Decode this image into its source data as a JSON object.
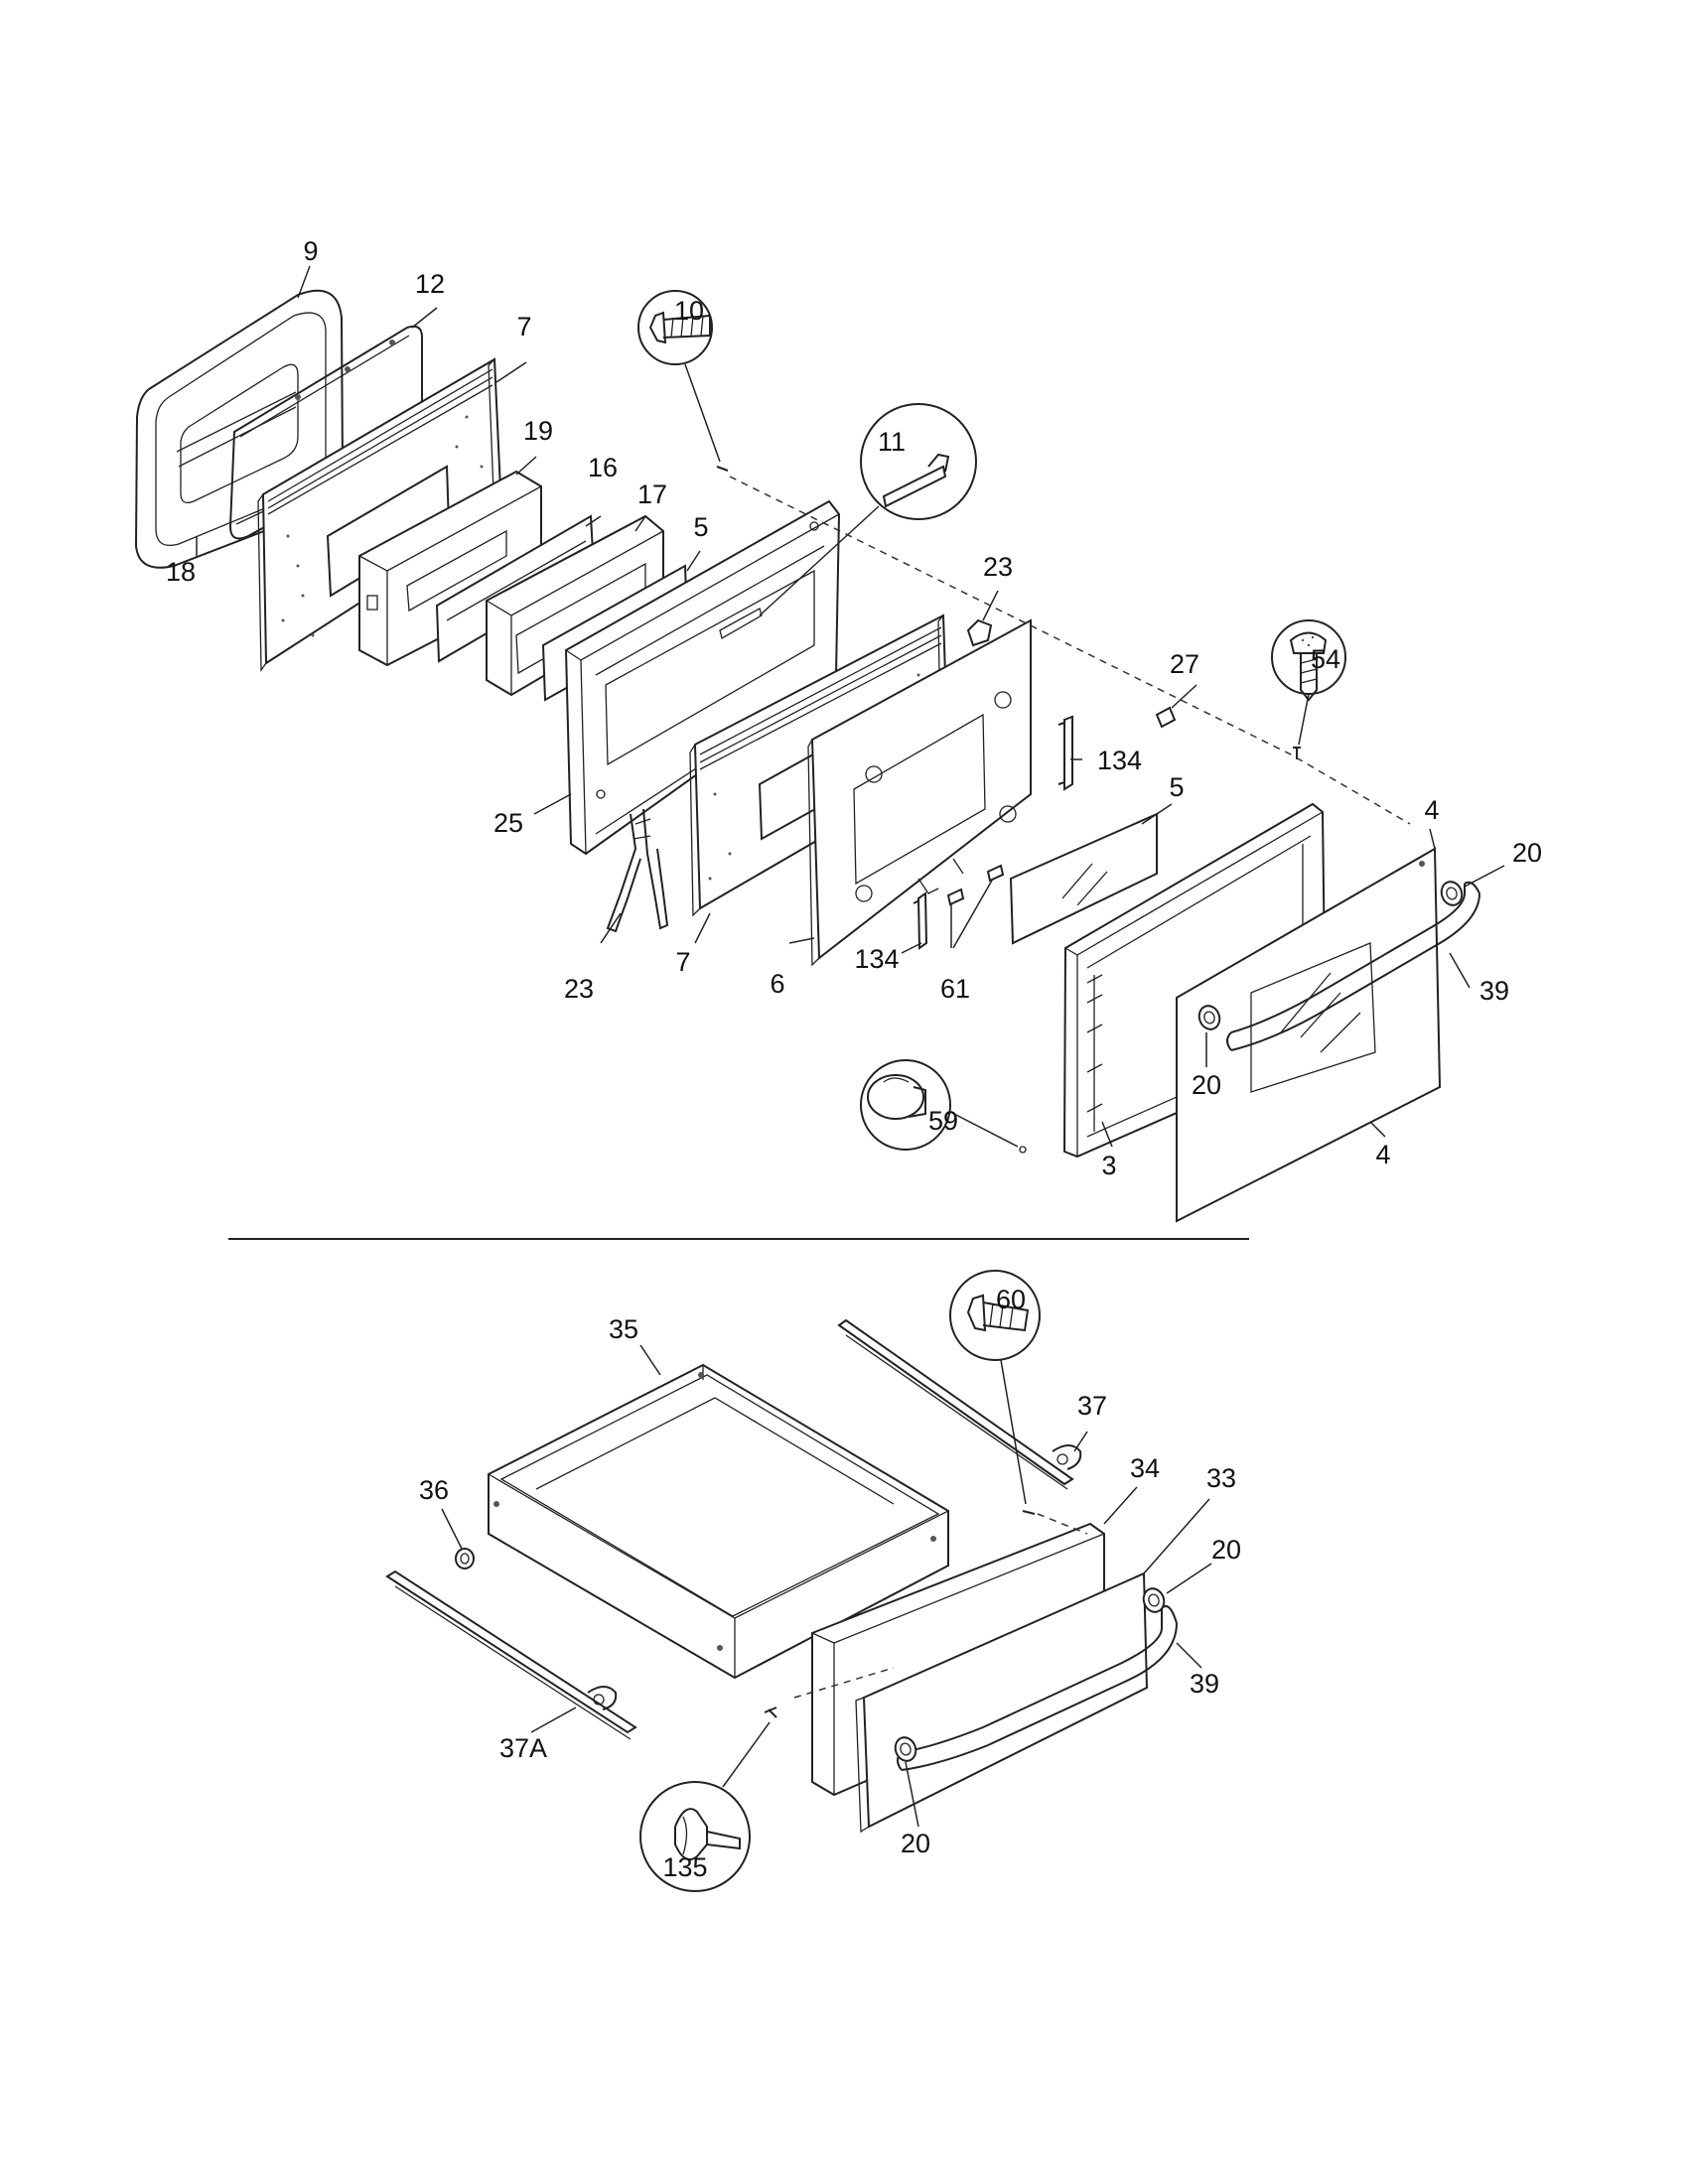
{
  "diagram": {
    "oven_door_callouts": {
      "p9": "9",
      "p12": "12",
      "p7_top": "7",
      "p19": "19",
      "p18": "18",
      "p16": "16",
      "p17": "17",
      "p5_top": "5",
      "p10": "10",
      "p11": "11",
      "p23_top": "23",
      "p25": "25",
      "p23_bottom": "23",
      "p7_bottom": "7",
      "p6": "6",
      "p134_right": "134",
      "p134_bottom": "134",
      "p61": "61",
      "p27": "27",
      "p54": "54",
      "p5_right": "5",
      "p4_top": "4",
      "p20_right": "20",
      "p39": "39",
      "p20_mid": "20",
      "p4_bottom": "4",
      "p3": "3",
      "p59": "59"
    },
    "drawer_callouts": {
      "p35": "35",
      "p60": "60",
      "p37": "37",
      "p34": "34",
      "p33": "33",
      "p36": "36",
      "p20_right": "20",
      "p39": "39",
      "p37a": "37A",
      "p20_bottom": "20",
      "p135": "135"
    }
  }
}
